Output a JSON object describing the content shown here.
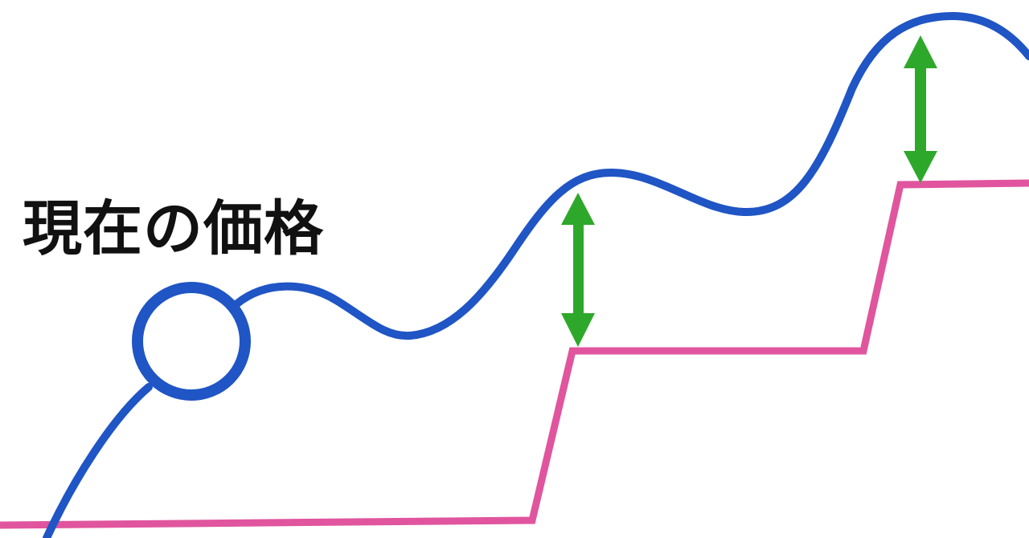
{
  "diagram": {
    "label": "現在の価格",
    "colors": {
      "price_line": "#1f55c4",
      "step_line": "#e0559e",
      "arrow": "#2ea82a",
      "text": "#111111",
      "background": "#ffffff"
    },
    "elements": {
      "price_curve": "blue wavy price curve rising left to right",
      "step_line": "pink stepped baseline with three levels",
      "current_marker": "blue circle marking current price",
      "gap_arrows": [
        "green double-headed arrow at first step",
        "green double-headed arrow at second step"
      ]
    }
  }
}
